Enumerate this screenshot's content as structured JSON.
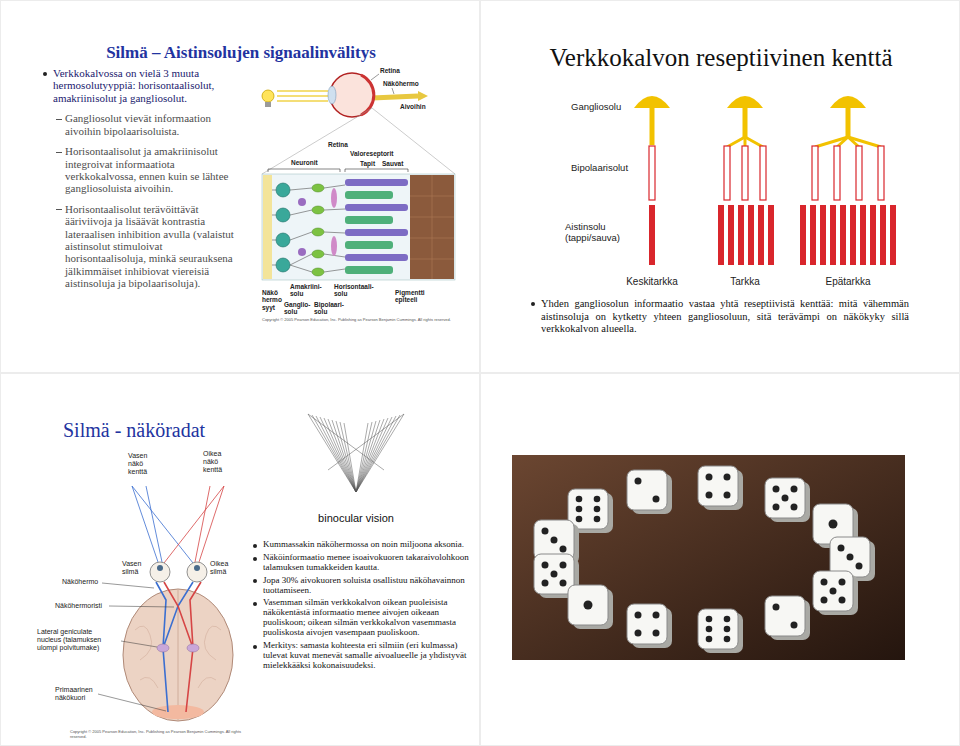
{
  "diagram": {
    "nodes": [
      {
        "text": [
          "Silmä – Aistinsolujen signaalinvälitys",
          "Verkkokalvossa on vielä 3 muuta hermosolutyyppiä: horisontaalisolut, amakriinisolut ja gangliosolut.",
          "Gangliosolut vievät informaation aivoihin bipolaarisoluista.",
          "Horisontaalisolut ja amakriinisolut integroivat informaatiota verkkokalvossa, ennen kuin se lähtee gangliosoluista aivoihin.",
          "Horisontaalisolut terävöittävät ääriviivoja ja lisäävät kontrastia lateraalisen inhibition avulla (valaistut aistinsolut stimuloivat horisontaalisoluja, minkä seurauksena jälkimmäiset inhibiovat viereisiä aistinsoluja ja bipolaarisoluja)."
        ]
      },
      {
        "text": [
          "Verkkokalvon reseptiivinen kenttä",
          "Yhden gangliosolun informaatio vastaa yhtä reseptiivistä kenttää: mitä vähemmän aistinsoluja on kytketty yhteen gangliosoluun, sitä terävämpi on näkökyky sillä verkkokalvon alueella."
        ]
      },
      {
        "text": [
          "Silmä - näköradat",
          "Kummassakin näköhermossa on noin miljoona aksonia.",
          "Näköinformaatio menee isoaivokuoren takaraivolohkoon talamuksen tumakkeiden kautta.",
          "Jopa 30% aivokuoren soluista osallistuu näköhavainnon tuottamiseen.",
          "Vasemman silmän verkkokalvon oikean puoleisista näkökentästä informaatio menee aivojen oikeaan puoliskoon; oikean silmän verkkokalvon vasemmasta puoliskosta aivojen vasempaan puoliskoon.",
          "Merkitys: samasta kohteesta eri silmiin (eri kulmassa) tulevat kuvat menevät samalle aivoalueelle ja yhdistyvät mielekkääksi kokonaisuudeksi."
        ]
      }
    ],
    "labels": [
      "Retina",
      "Näköhermo",
      "Aivoihin",
      "Retina",
      "Neuronit",
      "Valoreseptorit",
      "Tapit",
      "Sauvat",
      "Amakriini- solu",
      "Horisontaali- solu",
      "Näkö hermo syyt",
      "Ganglio- solu",
      "Bipolaari- solu",
      "Pigmentti epiteeli",
      "Copyright © 2005 Pearson Education, Inc. Publishing as Pearson Benjamin Cummings. All rights reserved.",
      "Gangliosolu",
      "Bipolaarisolut",
      "Aistinsolu (tappi/sauva)",
      "Keskitarkka",
      "Tarkka",
      "Epätarkka",
      "binocular vision",
      "Vasen näkö kenttä",
      "Oikea näkö kenttä",
      "Vasen silmä",
      "Oikea silmä",
      "Näköhermo",
      "Näköhermoristi",
      "Lateral geniculate nucleus (talamuksen ulompi polvitumake)",
      "Primaarinen näkökuori",
      "Copyright © 2005 Pearson Education, Inc. Publishing as Pearson Benjamin Cummings. All rights reserved."
    ]
  }
}
